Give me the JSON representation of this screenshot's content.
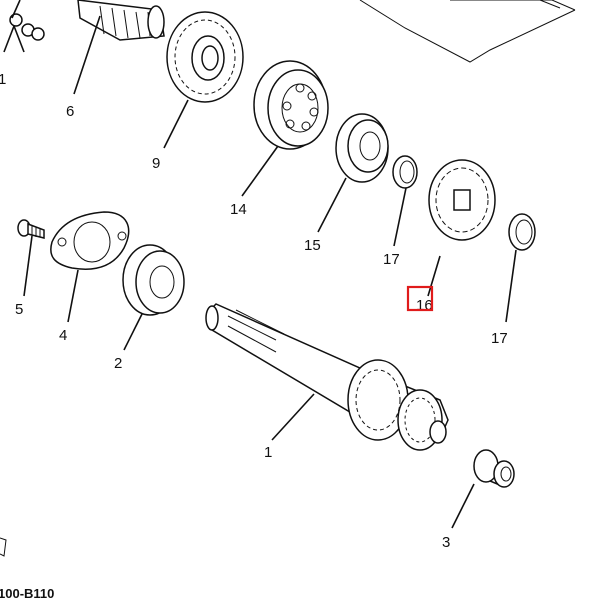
{
  "diagram": {
    "drawing_code": "100-B110",
    "callouts": [
      {
        "id": "c1",
        "label": "1"
      },
      {
        "id": "c1b",
        "label": "1"
      },
      {
        "id": "c2",
        "label": "2"
      },
      {
        "id": "c3",
        "label": "3"
      },
      {
        "id": "c4",
        "label": "4"
      },
      {
        "id": "c5",
        "label": "5"
      },
      {
        "id": "c6",
        "label": "6"
      },
      {
        "id": "c9",
        "label": "9"
      },
      {
        "id": "c14",
        "label": "14"
      },
      {
        "id": "c15",
        "label": "15"
      },
      {
        "id": "c16",
        "label": "16"
      },
      {
        "id": "c17a",
        "label": "17"
      },
      {
        "id": "c17b",
        "label": "17"
      }
    ],
    "highlight": {
      "target": "16",
      "color": "#e01b1b"
    }
  }
}
